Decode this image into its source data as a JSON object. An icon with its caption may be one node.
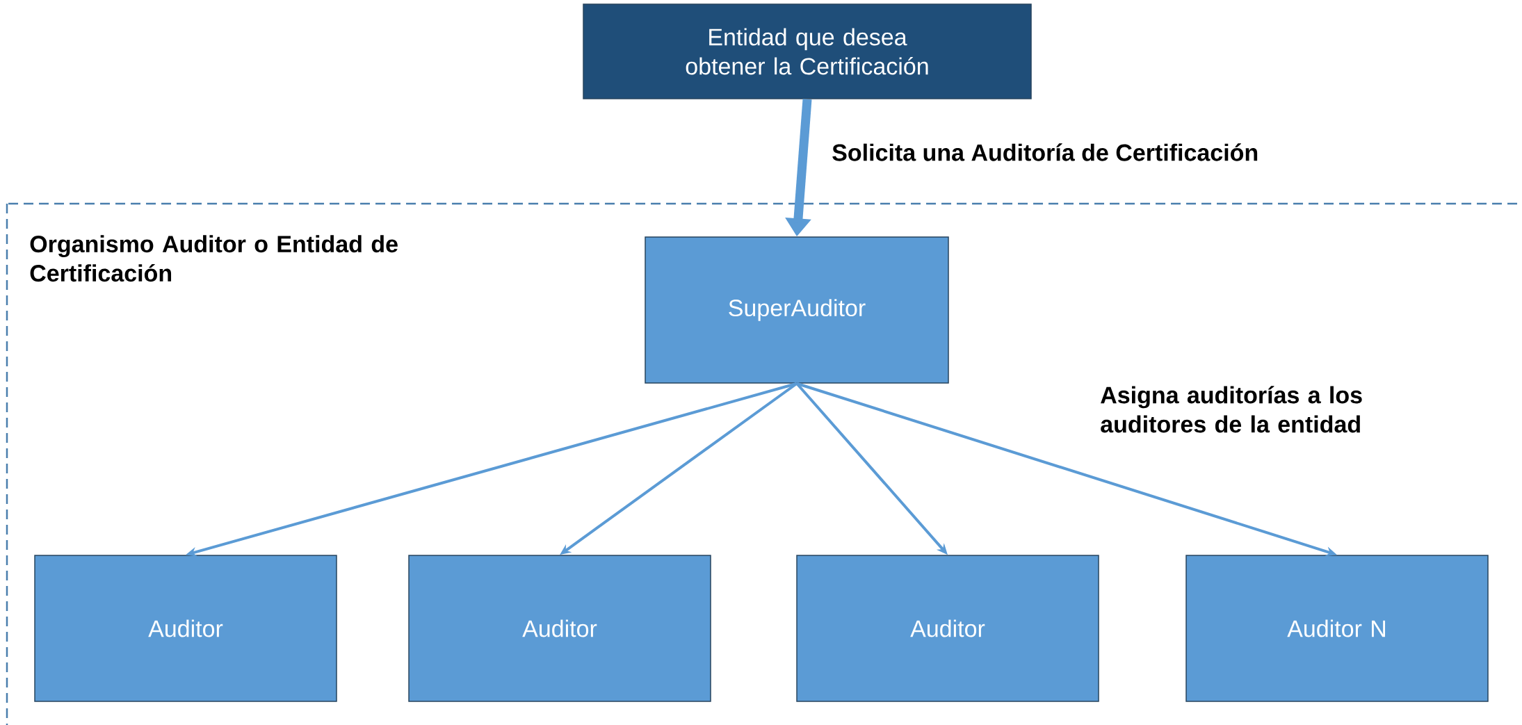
{
  "diagram": {
    "nodes": [
      {
        "text": [
          "Entidad que desea obtener la Certificación"
        ]
      },
      {
        "text": [
          "Organismo Auditor o Entidad de Certificación"
        ]
      },
      {
        "text": [
          "SuperAuditor"
        ],
        "in": 1
      },
      {
        "text": [
          "Auditor"
        ],
        "in": 1
      },
      {
        "text": [
          "Auditor"
        ],
        "in": 1
      },
      {
        "text": [
          "Auditor"
        ],
        "in": 1
      },
      {
        "text": [
          "Auditor N"
        ],
        "in": 1
      }
    ],
    "edges": [
      {
        "from": 0,
        "to": 2,
        "arrow": "to",
        "style": "thick",
        "label": "Solicita una Auditoría de Certificación"
      },
      {
        "from": 2,
        "to": 3,
        "arrow": "to"
      },
      {
        "from": 2,
        "to": 4,
        "arrow": "to"
      },
      {
        "from": 2,
        "to": 5,
        "arrow": "to"
      },
      {
        "from": 2,
        "to": 6,
        "arrow": "to"
      }
    ],
    "labels": [
      "Asigna auditorías a los auditores de la entidad"
    ]
  }
}
